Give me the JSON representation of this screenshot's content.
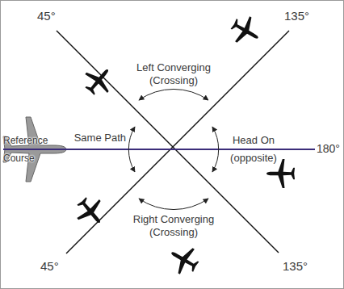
{
  "diagram": {
    "labels": [
      "45°",
      "135°",
      "Left Converging (Crossing)",
      "Reference Course",
      "Same Path",
      "Head On (opposite)",
      "180°",
      "Right Converging (Crossing)",
      "45°",
      "135°"
    ]
  }
}
